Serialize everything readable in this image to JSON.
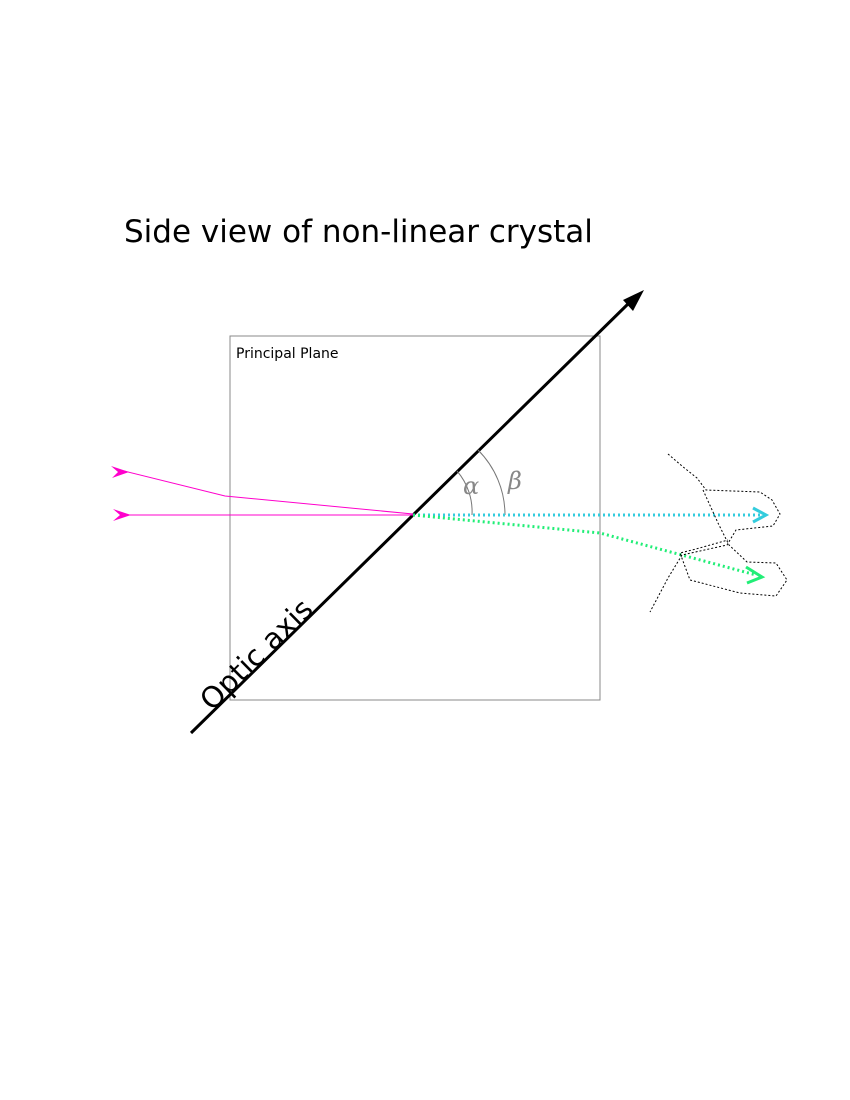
{
  "title": "Side view of non-linear crystal",
  "plane_label": "Principal Plane",
  "axis_label": "Optic axis",
  "angle_alpha": "α",
  "angle_beta": "β",
  "colors": {
    "incident_beam": "#ff00cc",
    "ordinary_beam": "#33ccdd",
    "extraordinary_beam": "#22ee77",
    "optic_axis": "#000000",
    "plane_border": "#888888",
    "angle_arc": "#777777",
    "outline": "#000000"
  },
  "icons": {
    "incident_arrowhead": "magenta-arrowhead-icon",
    "axis_arrowhead": "black-arrowhead-icon",
    "beam_arrowhead": "chevron-arrowhead-icon"
  }
}
